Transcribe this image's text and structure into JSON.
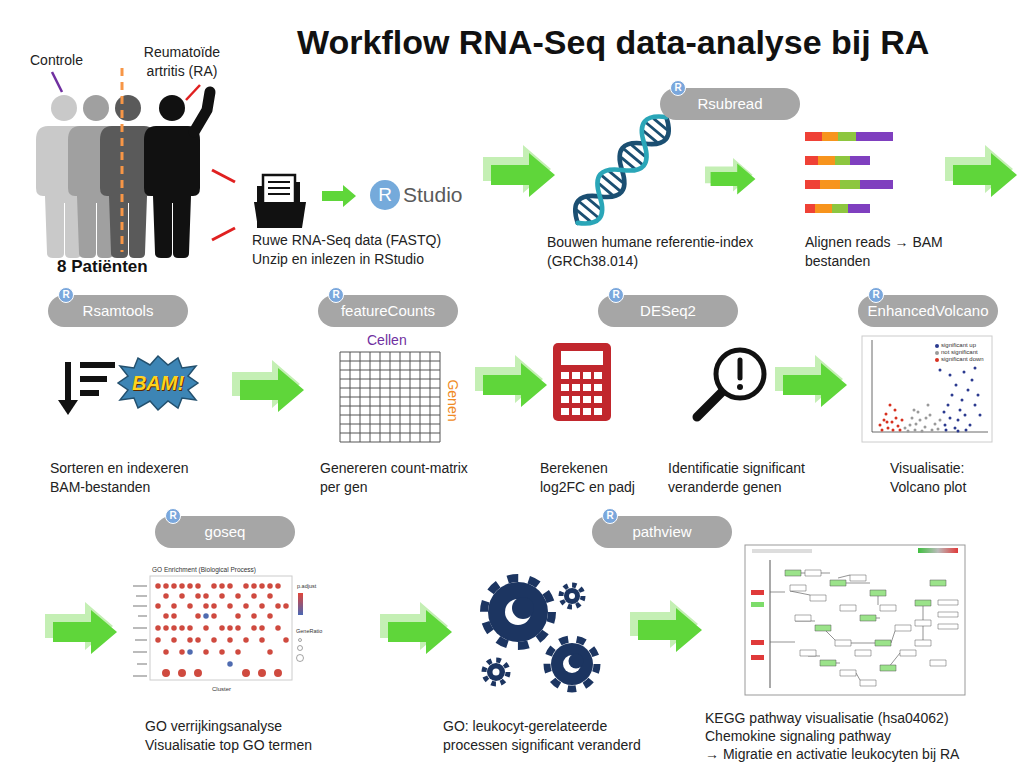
{
  "diagram": {
    "title": "Workflow RNA-Seq data-analyse bij RA",
    "nodes": [
      {
        "text": [
          "R"
        ]
      },
      {
        "text": [
          "R"
        ]
      },
      {
        "text": [
          "Rsubread"
        ]
      },
      {
        "text": [
          "R"
        ]
      },
      {
        "text": [
          "Rsamtools"
        ]
      },
      {
        "text": [
          "R"
        ]
      },
      {
        "text": [
          "featureCounts"
        ]
      },
      {
        "text": [
          "R"
        ]
      },
      {
        "text": [
          "DESeq2"
        ]
      },
      {
        "text": [
          "R"
        ]
      },
      {
        "text": [
          "EnhancedVolcano"
        ]
      },
      {
        "text": [
          "R"
        ]
      },
      {
        "text": [
          "goseq"
        ]
      },
      {
        "text": [
          "R"
        ]
      },
      {
        "text": [
          "pathview"
        ]
      }
    ],
    "labels": [
      "Controle",
      "Reumatoïde artritis (RA)",
      "8 Patiënten",
      "Studio",
      "Ruwe RNA-Seq data (FASTQ)",
      "Unzip en inlezen in RStudio",
      "Bouwen humane referentie-index (GRCh38.014)",
      "Alignen reads → BAM bestanden",
      "BAM!",
      "Sorteren en indexeren BAM-bestanden",
      "Cellen",
      "Genen",
      "Genereren count-matrix per gen",
      "Berekenen log2FC en padj",
      "Identificatie significant veranderde genen",
      "Visualisatie: Volcano plot",
      "GO Enrichment (Biological Process)",
      "p.adjust",
      "GeneRatio",
      "Cluster",
      "GO verrijkingsanalyse",
      "Visualisatie top GO termen",
      "GO: leukocyt-gerelateerde processen significant veranderd",
      "KEGG pathway visualisatie (hsa04062)",
      "Chemokine signaling pathway",
      "→ Migratie en activatie leukocyten bij RA"
    ],
    "legend": [
      {
        "text": "significant up",
        "color": "#2b3a8f"
      },
      {
        "text": "not significant",
        "color": "#9a9a9a"
      },
      {
        "text": "significant down",
        "color": "#d7301f"
      }
    ]
  }
}
